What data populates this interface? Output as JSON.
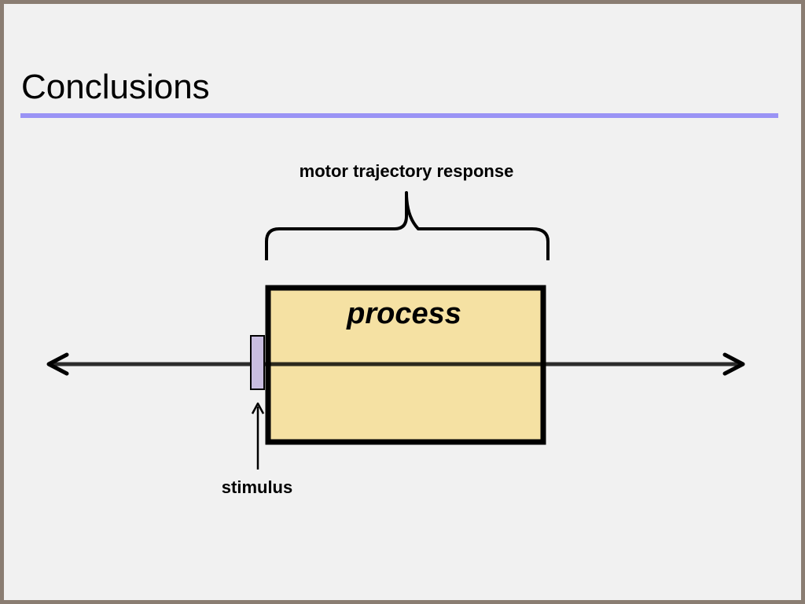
{
  "slide": {
    "title": "Conclusions",
    "accent_color": "#9a93f5"
  },
  "diagram": {
    "bracket_label": "motor trajectory response",
    "process_label": "process",
    "stimulus_label": "stimulus",
    "process_fill": "#f5e1a3",
    "stimulus_fill": "#c8bde0"
  }
}
